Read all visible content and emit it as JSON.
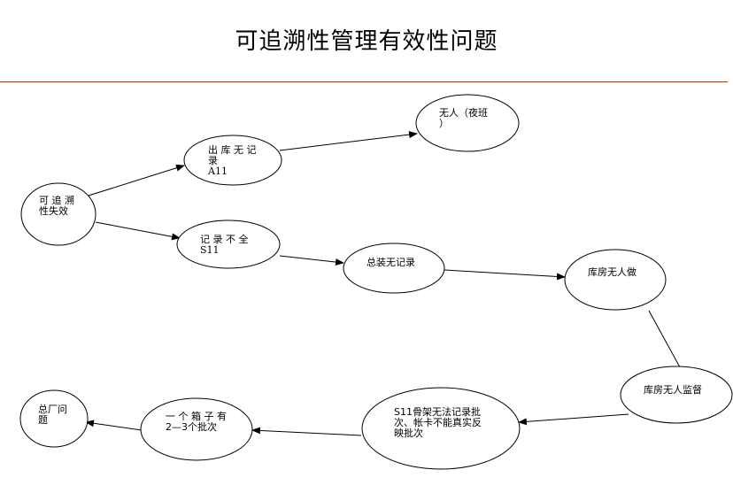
{
  "title": "可追溯性管理有效性问题",
  "nodes": [
    {
      "id": "root",
      "lines": [
        "可 追 溯",
        "性失效"
      ],
      "code": ""
    },
    {
      "id": "outbound",
      "lines": [
        "出 库 无 记",
        "录"
      ],
      "code": "A11"
    },
    {
      "id": "night",
      "lines": [
        "无人（夜班",
        "）"
      ],
      "code": ""
    },
    {
      "id": "incomplete",
      "lines": [
        "记 录 不 全"
      ],
      "code": "S11"
    },
    {
      "id": "assembly",
      "lines": [
        "总装无记录"
      ],
      "code": ""
    },
    {
      "id": "warehouse-nobody",
      "lines": [
        "库房无人做"
      ],
      "code": ""
    },
    {
      "id": "warehouse-supervise",
      "lines": [
        "库房无人监督"
      ],
      "code": ""
    },
    {
      "id": "s11-shelf",
      "lines": [
        "S11骨架无法记录批",
        "次、帐卡不能真实反",
        "映批次"
      ],
      "code": ""
    },
    {
      "id": "box",
      "lines": [
        "一 个 箱 子 有",
        "2—3个批次"
      ],
      "code": ""
    },
    {
      "id": "factory",
      "lines": [
        "总厂问",
        "题"
      ],
      "code": ""
    }
  ],
  "edges": [
    {
      "from": "root",
      "to": "outbound"
    },
    {
      "from": "root",
      "to": "incomplete"
    },
    {
      "from": "outbound",
      "to": "night"
    },
    {
      "from": "incomplete",
      "to": "assembly"
    },
    {
      "from": "assembly",
      "to": "warehouse-nobody"
    },
    {
      "from": "warehouse-nobody",
      "to": "warehouse-supervise"
    },
    {
      "from": "warehouse-supervise",
      "to": "s11-shelf"
    },
    {
      "from": "s11-shelf",
      "to": "box"
    },
    {
      "from": "box",
      "to": "factory"
    }
  ]
}
